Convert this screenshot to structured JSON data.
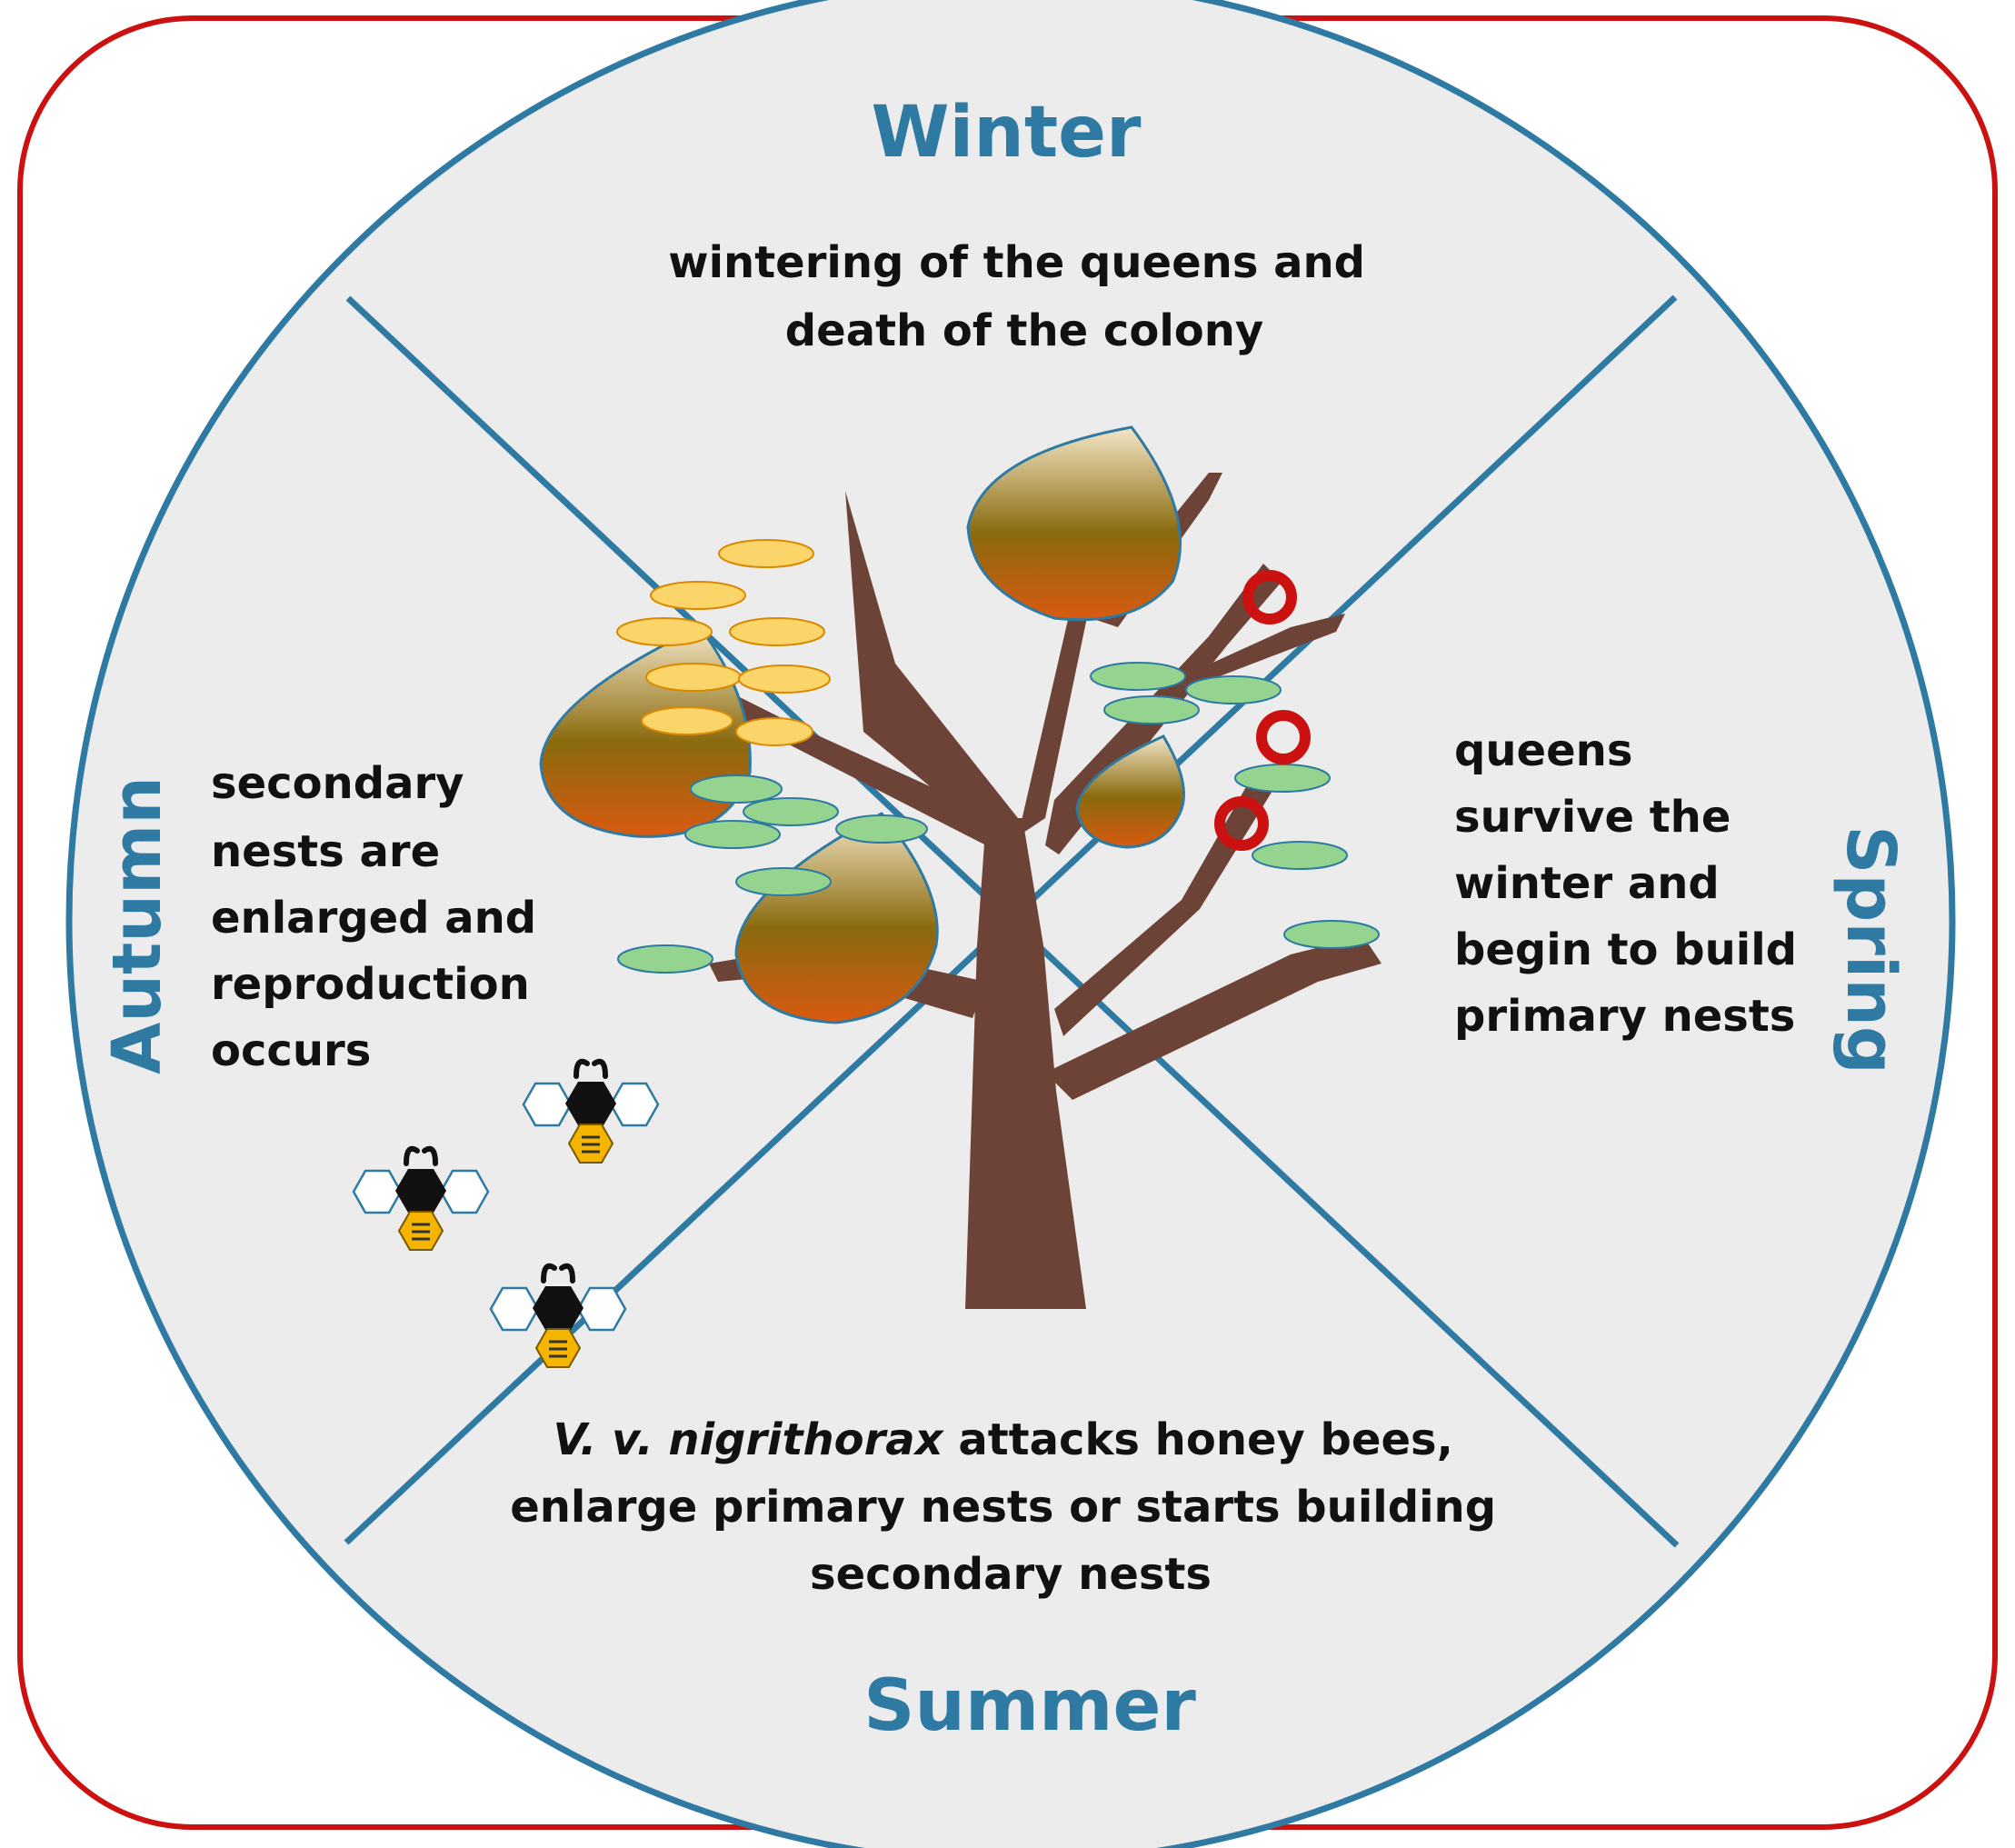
{
  "seasons": {
    "winter": {
      "label": "Winter",
      "lines": [
        "wintering of the queens and",
        "death of the colony"
      ]
    },
    "spring": {
      "label": "Spring",
      "lines": [
        "queens",
        "survive the",
        "winter and",
        "begin to build",
        "primary nests"
      ]
    },
    "summer": {
      "label": "Summer",
      "lines": [
        {
          "italic": "V. v. nigrithorax",
          "rest": "attacks honey bees,"
        },
        "enlarge primary nests or starts building",
        "secondary nests"
      ]
    },
    "autumn": {
      "label": "Autumn",
      "lines": [
        "secondary",
        "nests are",
        "enlarged and",
        "reproduction",
        "occurs"
      ]
    }
  },
  "colors": {
    "frame": "#cc1111",
    "wheel_stroke": "#2e7aa3",
    "wheel_fill": "#ececec",
    "season_text": "#2e7aa3",
    "trunk": "#6e4337",
    "nest_top": "#f3e6c6",
    "nest_mid": "#8a6a0e",
    "nest_bottom": "#d95a10",
    "leaf_green": "#95d48f",
    "leaf_yellow": "#fcd56a",
    "queen_ring": "#cc1111",
    "bee_body": "#f4b400"
  },
  "icons": [
    "tree-icon",
    "nest-icon",
    "leaf-icon",
    "queen-ring-icon",
    "bee-icon"
  ]
}
